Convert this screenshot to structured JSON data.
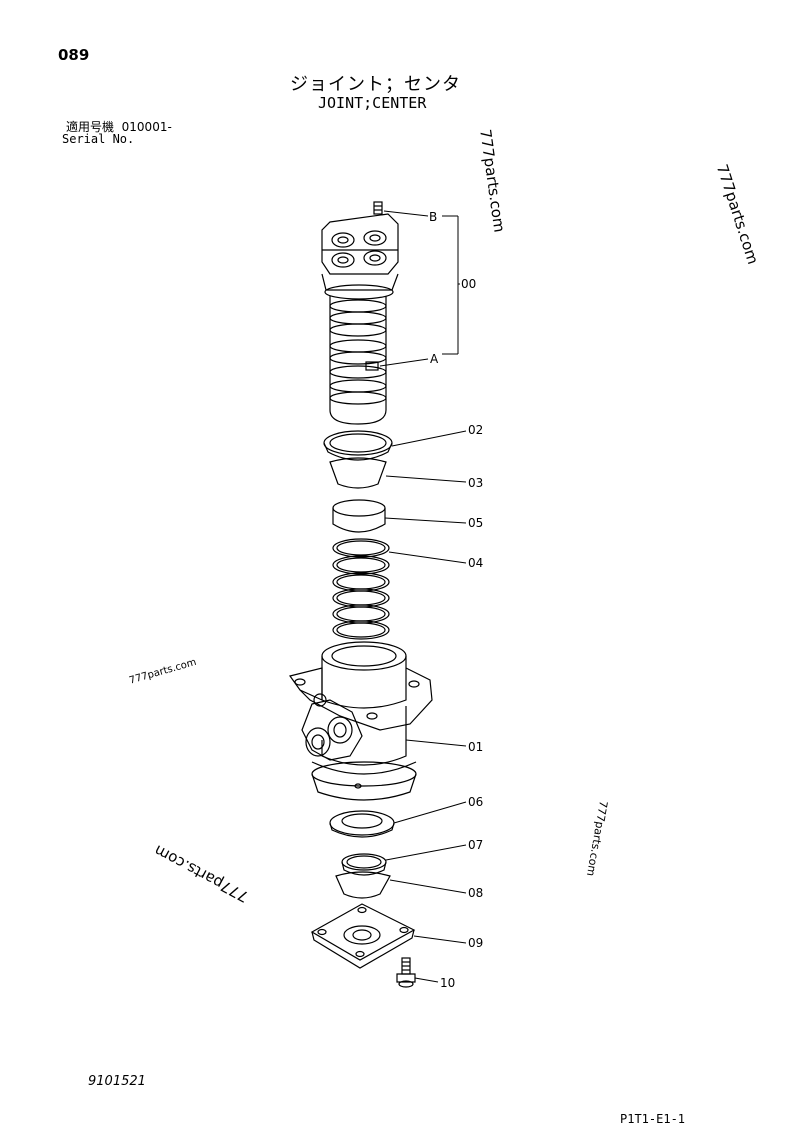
{
  "header": {
    "page_number": "089",
    "title_jp": "ジョイント；センタ",
    "title_en": "JOINT;CENTER",
    "serial_label_jp": "適用号機",
    "serial_value": "010001-",
    "serial_label_en": "Serial No."
  },
  "footer": {
    "document_number": "9101521",
    "sheet_reference": "P1T1-E1-1"
  },
  "watermarks": [
    "777parts.com",
    "777parts.com",
    "777parts.com",
    "777parts.com",
    "777parts.com"
  ],
  "callouts": {
    "b": "B",
    "a": "A",
    "c00": "00",
    "c02": "02",
    "c03": "03",
    "c05": "05",
    "c04": "04",
    "c01": "01",
    "c06": "06",
    "c07": "07",
    "c08": "08",
    "c09": "09",
    "c10": "10"
  }
}
